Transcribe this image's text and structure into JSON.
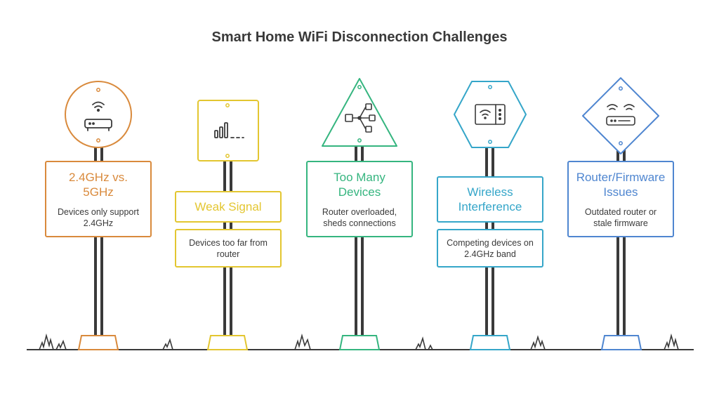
{
  "title": "Smart Home WiFi Disconnection Challenges",
  "colors": {
    "ground": "#3a3a3a",
    "pole": "#3a3a3a",
    "orange": "#d98a3c",
    "yellow": "#e3c630",
    "green": "#35b57f",
    "teal": "#35a6c9",
    "blue": "#4f86d0",
    "text": "#3a3a3a"
  },
  "signs": [
    {
      "id": "orange",
      "icon": "router-icon",
      "heading": "2.4GHz vs. 5GHz",
      "body": "Devices only support 2.4GHz"
    },
    {
      "id": "yellow",
      "icon": "signal-bars-icon",
      "heading": "Weak Signal",
      "body": "Devices too far from router"
    },
    {
      "id": "green",
      "icon": "network-hub-icon",
      "heading": "Too Many Devices",
      "body": "Router overloaded, sheds connections"
    },
    {
      "id": "teal",
      "icon": "wifi-device-icon",
      "heading": "Wireless Interference",
      "body": "Competing devices on 2.4GHz band"
    },
    {
      "id": "blue",
      "icon": "dual-wifi-router-icon",
      "heading": "Router/Firmware Issues",
      "body": "Outdated router or stale firmware"
    }
  ]
}
